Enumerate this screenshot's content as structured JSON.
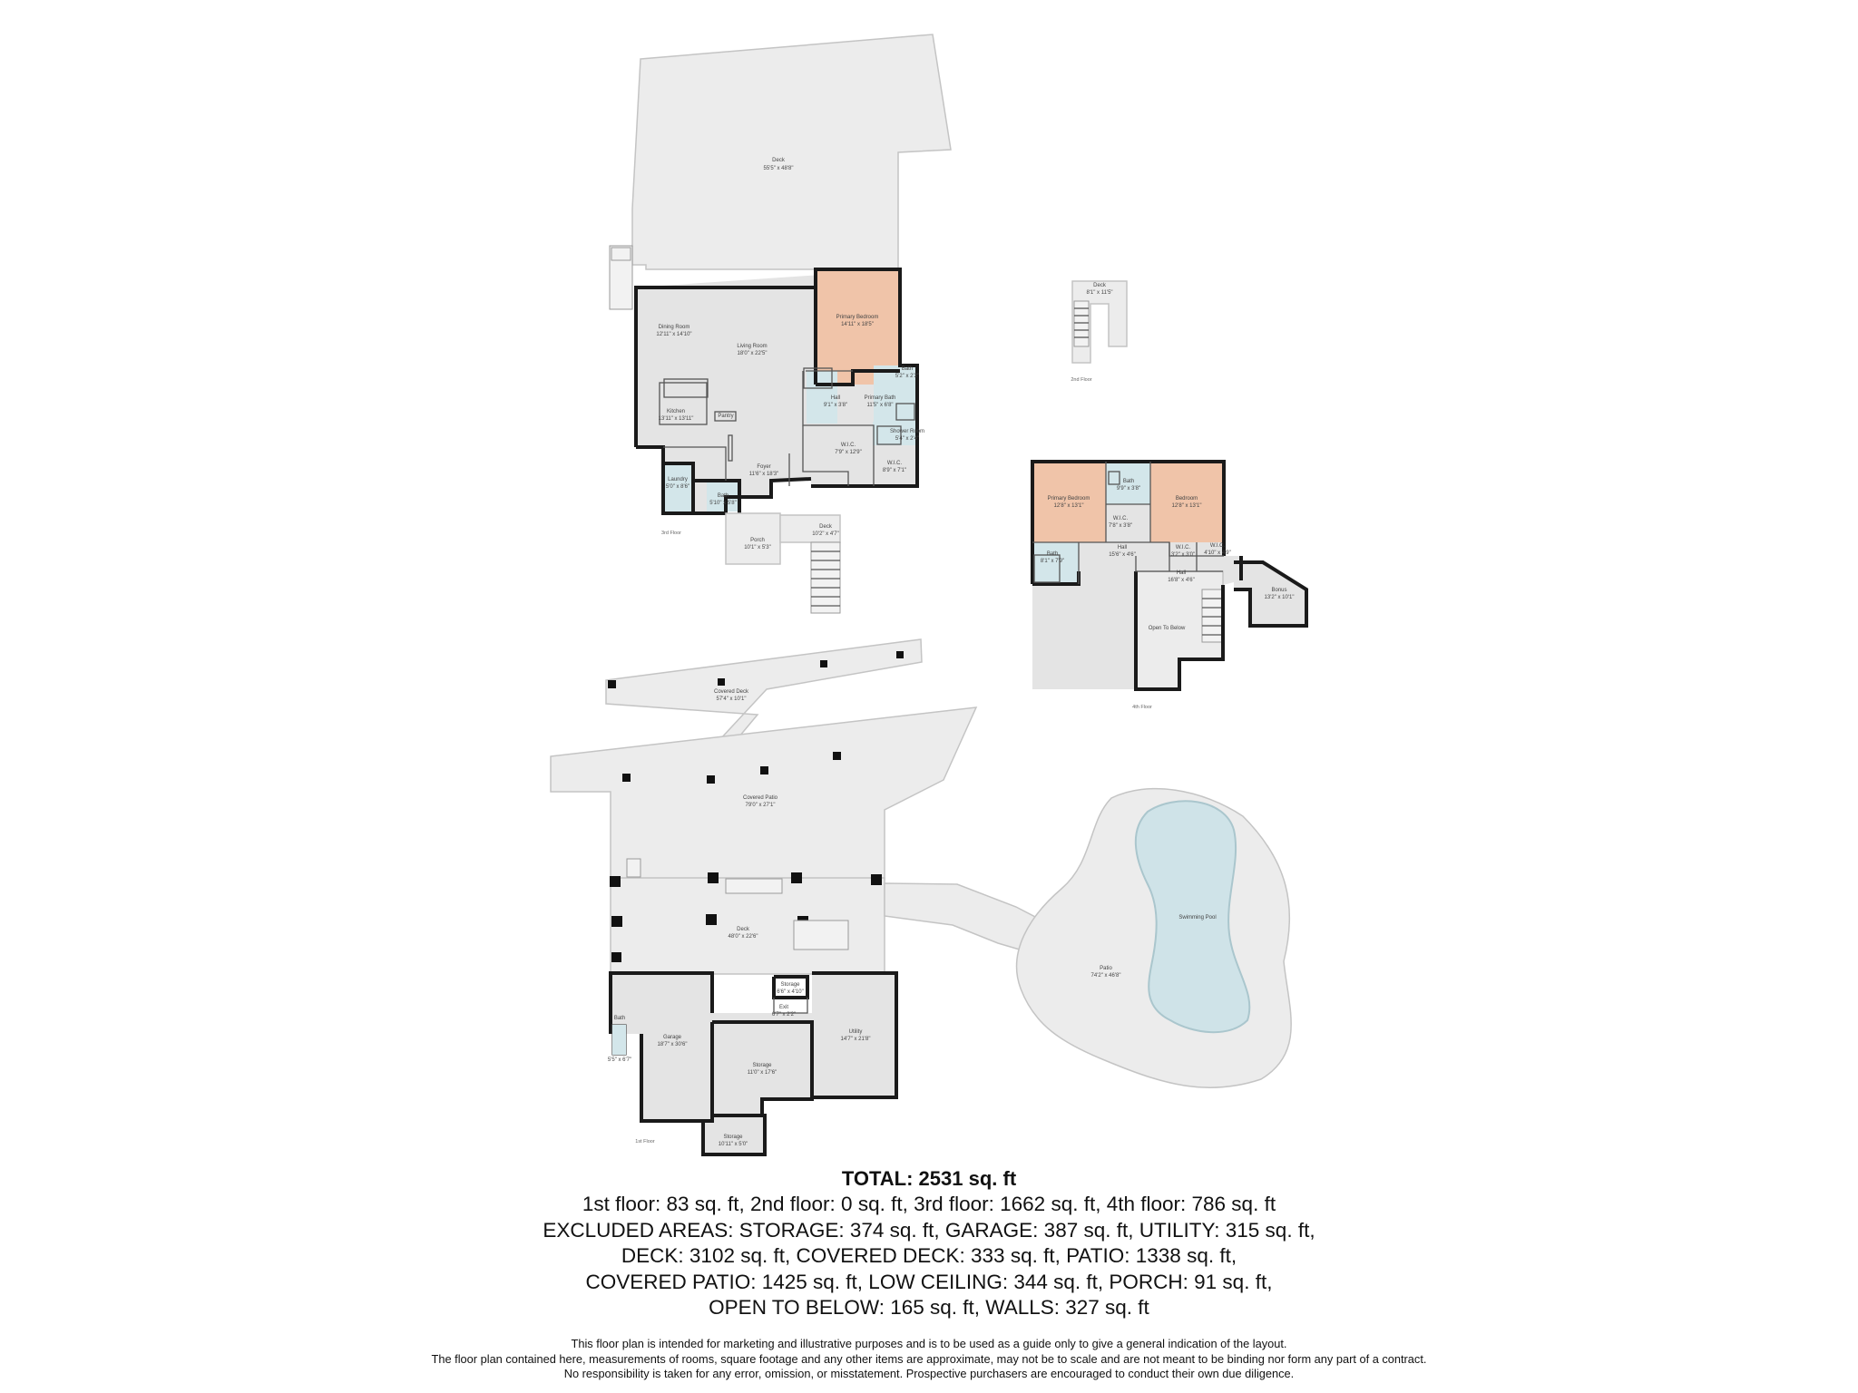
{
  "colors": {
    "area_fill": "#ececec",
    "room_fill": "#e4e4e4",
    "bedroom_fill": "#f0c4a9",
    "bath_fill": "#d3e6ea",
    "pool_fill": "#cfe3e8",
    "wall_color": "#1a1a1a"
  },
  "floors": {
    "third": {
      "label": "3rd Floor",
      "rooms": {
        "deck_top": {
          "name": "Deck",
          "dim": "55'5\" x 48'8\""
        },
        "primary_bedroom": {
          "name": "Primary Bedroom",
          "dim": "14'11\" x 18'5\""
        },
        "dining_room": {
          "name": "Dining Room",
          "dim": "12'11\" x 14'10\""
        },
        "living_room": {
          "name": "Living Room",
          "dim": "18'0\" x 22'5\""
        },
        "kitchen": {
          "name": "Kitchen",
          "dim": "13'11\" x 13'11\""
        },
        "pantry": {
          "name": "Pantry",
          "dim": ""
        },
        "hall": {
          "name": "Hall",
          "dim": "9'1\" x 3'8\""
        },
        "primary_bath": {
          "name": "Primary Bath",
          "dim": "11'5\" x 6'8\""
        },
        "bath_upper": {
          "name": "Bath",
          "dim": "5'2\" x 2'2\""
        },
        "shower_room": {
          "name": "Shower Room",
          "dim": "5'4\" x 2'4\""
        },
        "wic_a": {
          "name": "W.I.C.",
          "dim": "7'9\" x 12'9\""
        },
        "wic_b": {
          "name": "W.I.C.",
          "dim": "8'9\" x 7'1\""
        },
        "foyer": {
          "name": "Foyer",
          "dim": "11'6\" x 18'3\""
        },
        "laundry": {
          "name": "Laundry",
          "dim": "5'0\" x 8'6\""
        },
        "bath_lower": {
          "name": "Bath",
          "dim": "5'10\" x 5'8\""
        },
        "porch": {
          "name": "Porch",
          "dim": "10'1\" x 5'3\""
        },
        "deck_stair": {
          "name": "Deck",
          "dim": "10'2\" x 4'7\""
        }
      }
    },
    "second": {
      "label": "2nd Floor",
      "rooms": {
        "deck": {
          "name": "Deck",
          "dim": "8'1\" x 11'5\""
        }
      }
    },
    "fourth": {
      "label": "4th Floor",
      "rooms": {
        "primary_bedroom": {
          "name": "Primary Bedroom",
          "dim": "12'8\" x 13'1\""
        },
        "bedroom": {
          "name": "Bedroom",
          "dim": "12'8\" x 13'1\""
        },
        "bath_mid": {
          "name": "Bath",
          "dim": "9'9\" x 3'8\""
        },
        "wic_mid": {
          "name": "W.I.C.",
          "dim": "7'8\" x 3'8\""
        },
        "bath_left": {
          "name": "Bath",
          "dim": "8'1\" x 7'9\""
        },
        "hall_mid": {
          "name": "Hall",
          "dim": "15'6\" x 4'6\""
        },
        "wic_r1": {
          "name": "W.I.C.",
          "dim": "3'2\" x 3'0\""
        },
        "wic_r2": {
          "name": "W.I.C.",
          "dim": "4'10\" x 4'9\""
        },
        "hall_low": {
          "name": "Hall",
          "dim": "16'8\" x 4'6\""
        },
        "bonus": {
          "name": "Bonus",
          "dim": "13'2\" x 10'1\""
        },
        "open_to_below": {
          "name": "Open To Below",
          "dim": ""
        }
      }
    },
    "first": {
      "label": "1st Floor",
      "rooms": {
        "covered_deck": {
          "name": "Covered Deck",
          "dim": "57'4\" x 10'1\""
        },
        "covered_patio": {
          "name": "Covered Patio",
          "dim": "79'0\" x 27'1\""
        },
        "deck": {
          "name": "Deck",
          "dim": "48'0\" x 22'6\""
        },
        "storage_small": {
          "name": "Storage",
          "dim": "6'6\" x 4'10\""
        },
        "exit": {
          "name": "Exit",
          "dim": "6'7\" x 2'2\""
        },
        "garage": {
          "name": "Garage",
          "dim": "18'7\" x 30'6\""
        },
        "bath": {
          "name": "Bath",
          "dim": "5'5\" x 6'7\""
        },
        "storage_mid": {
          "name": "Storage",
          "dim": "11'0\" x 17'6\""
        },
        "utility": {
          "name": "Utility",
          "dim": "14'7\" x 21'8\""
        },
        "storage_bottom": {
          "name": "Storage",
          "dim": "10'11\" x 5'0\""
        },
        "swimming_pool": {
          "name": "Swimming Pool",
          "dim": ""
        },
        "patio": {
          "name": "Patio",
          "dim": "74'2\" x 46'8\""
        }
      }
    }
  },
  "summary": {
    "total": "TOTAL: 2531 sq. ft",
    "lines": [
      "1st floor: 83 sq. ft, 2nd floor: 0 sq. ft, 3rd floor: 1662 sq. ft, 4th floor: 786 sq. ft",
      "EXCLUDED AREAS: STORAGE: 374 sq. ft, GARAGE: 387 sq. ft, UTILITY: 315 sq. ft,",
      "DECK: 3102 sq. ft, COVERED DECK: 333 sq. ft, PATIO: 1338 sq. ft,",
      "COVERED PATIO: 1425 sq. ft, LOW CEILING: 344 sq. ft, PORCH: 91 sq. ft,",
      "OPEN TO BELOW: 165 sq. ft, WALLS: 327 sq. ft"
    ]
  },
  "disclaimer": [
    "This floor plan is intended for marketing and illustrative purposes and is to be used as a guide only to give a general indication of the layout.",
    "The floor plan contained here, measurements of rooms, square footage and any other items are approximate, may not be to scale and are not meant to be binding nor form any part of a contract.",
    "No responsibility is taken for any error, omission, or misstatement. Prospective purchasers are encouraged to conduct their own due diligence."
  ]
}
